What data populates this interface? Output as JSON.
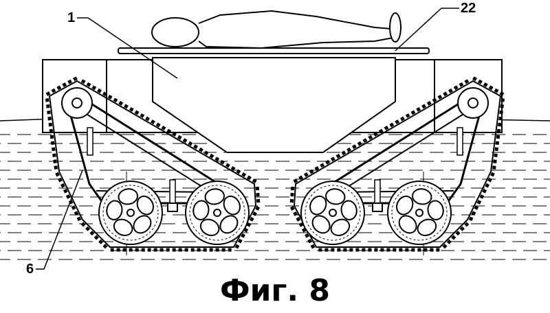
{
  "labels": {
    "ref_1": "1",
    "ref_22": "22",
    "ref_6": "6"
  },
  "caption": "Фиг. 8"
}
